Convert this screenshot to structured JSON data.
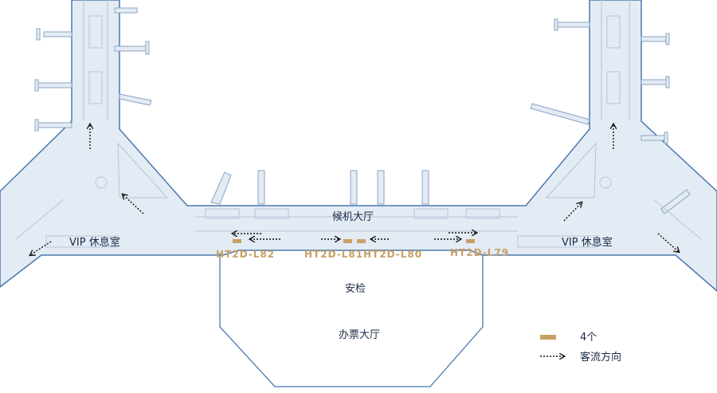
{
  "colors": {
    "terminal_fill": "#e3ebf4",
    "terminal_stroke": "#4a78ad",
    "detail_line": "#b7c6d8",
    "marker": "#c8a063",
    "arrow": "#111111"
  },
  "labels": {
    "waiting_hall": "候机大厅",
    "vip_left": "VIP 休息室",
    "vip_right": "VIP 休息室",
    "security": "安检",
    "ticket_hall": "办票大厅"
  },
  "markers": [
    {
      "code": "HT2D-L82"
    },
    {
      "code": "HT2D-L81"
    },
    {
      "code": "HT2D-L80"
    },
    {
      "code": "HT2D-L79"
    }
  ],
  "legend": {
    "marker_label": "4个",
    "arrow_label": "客流方向"
  }
}
